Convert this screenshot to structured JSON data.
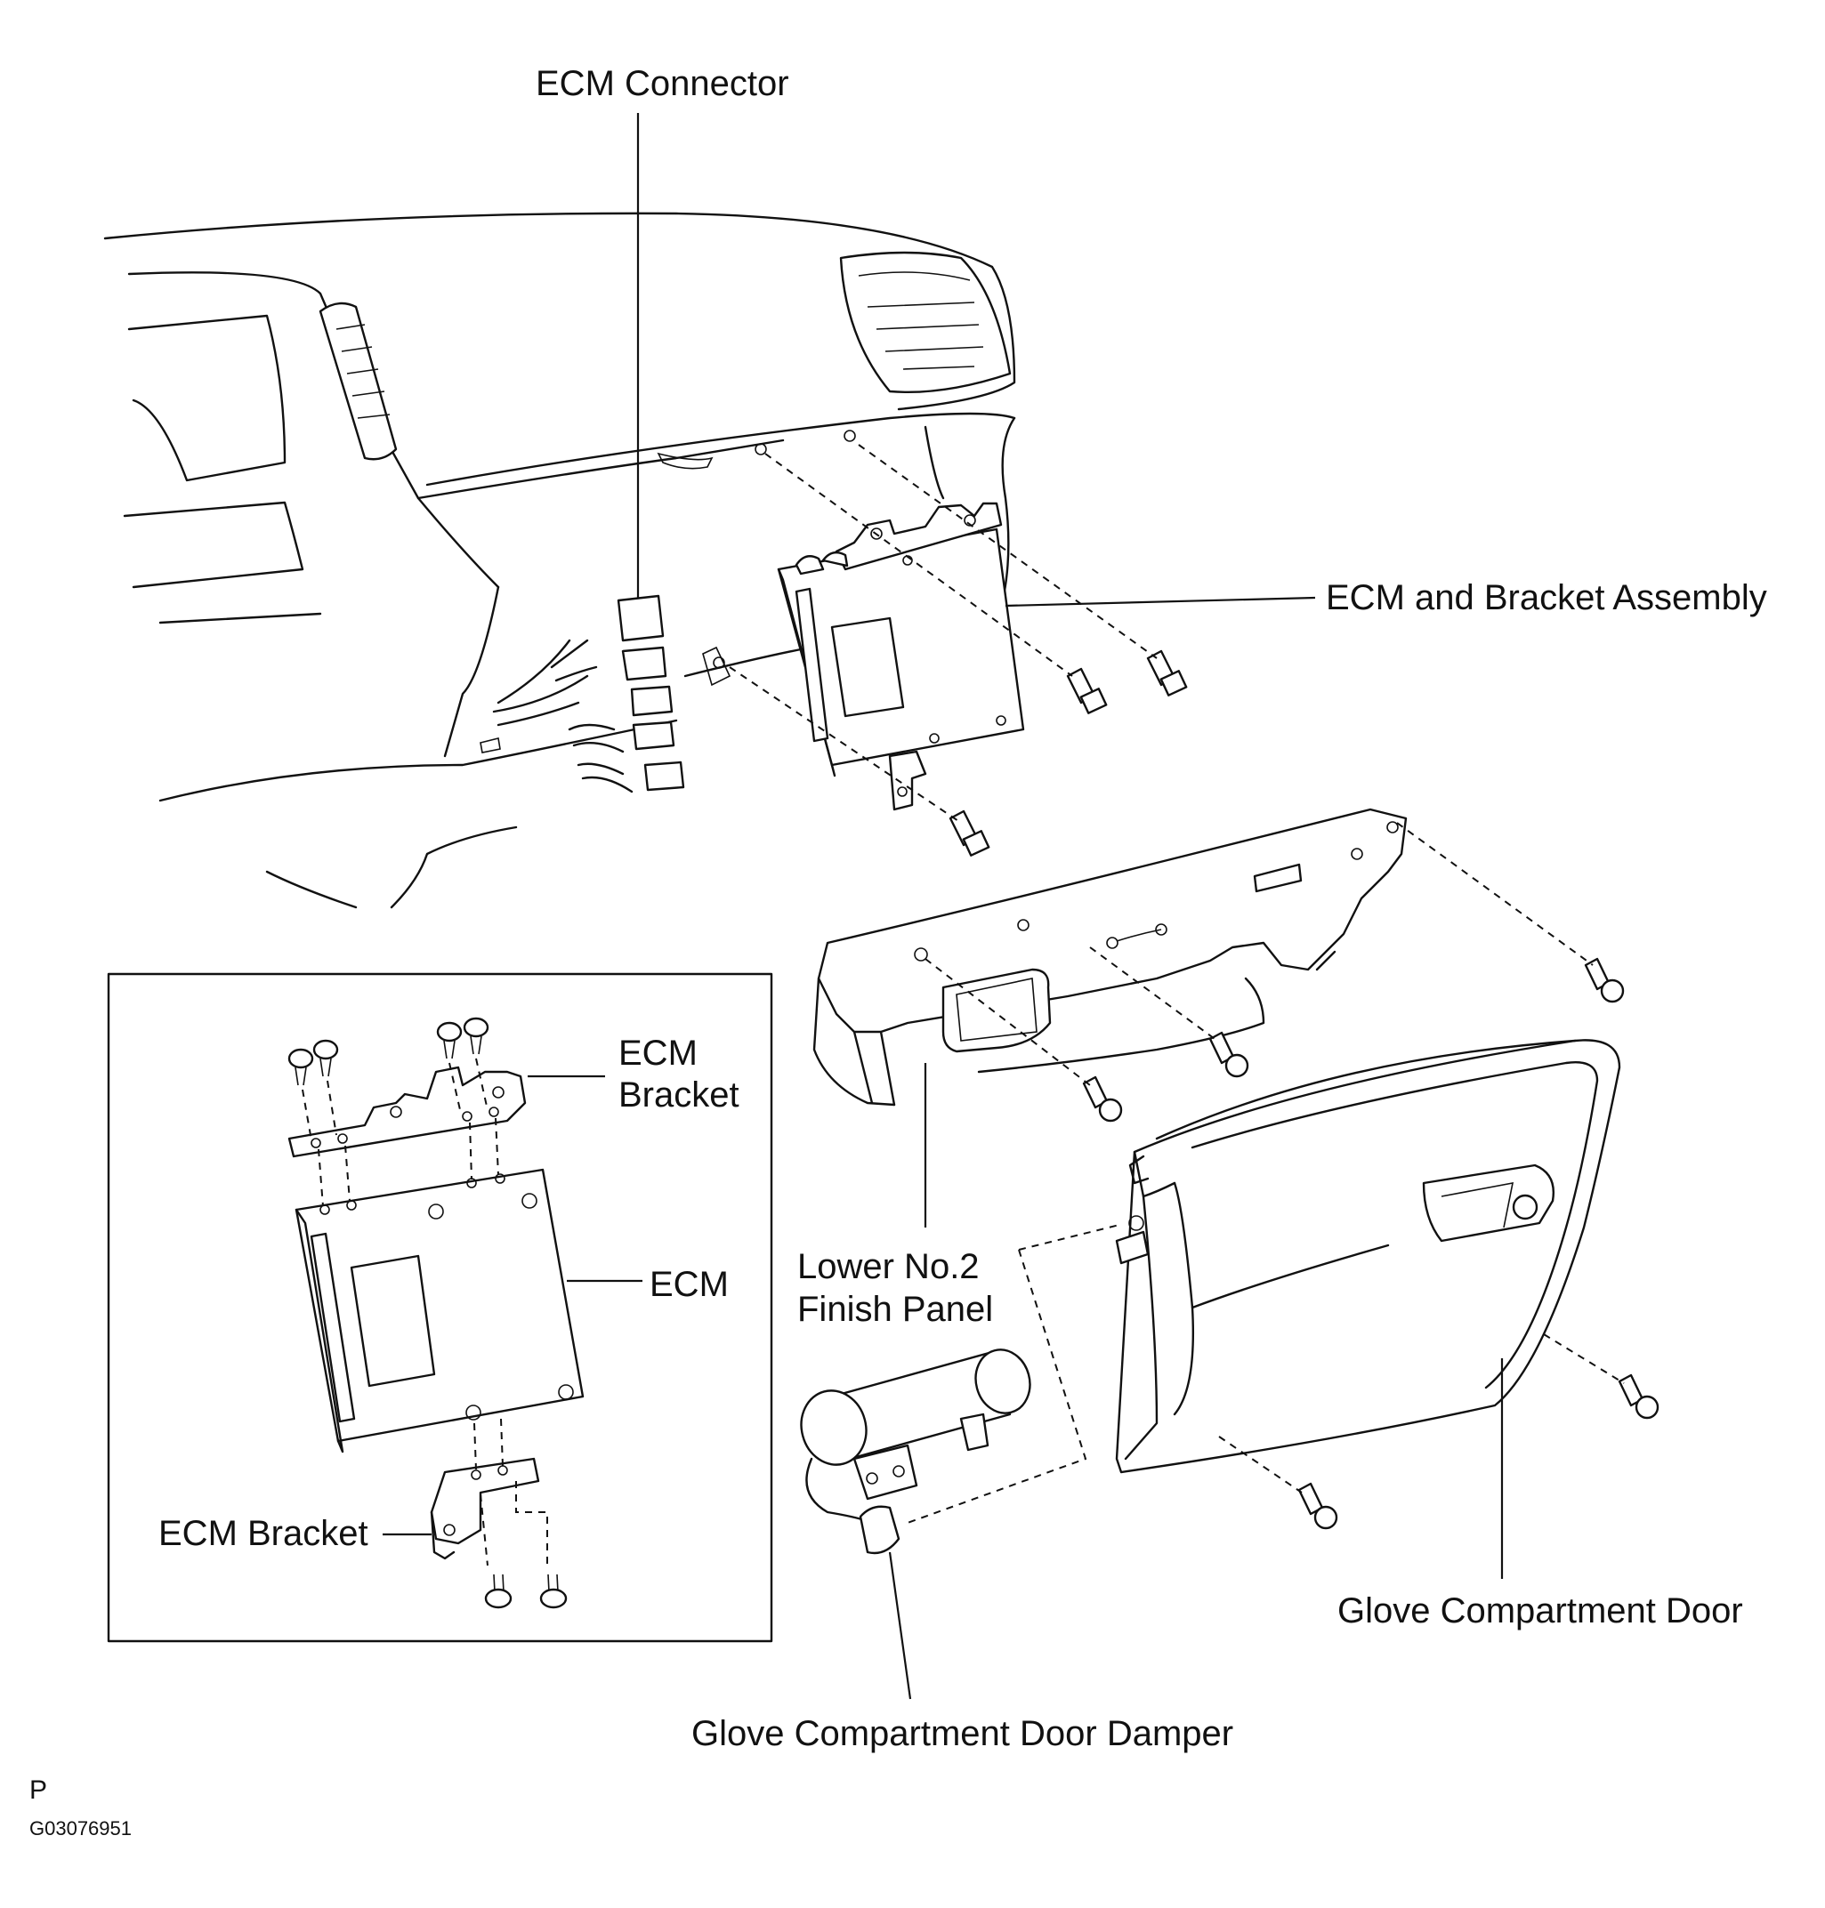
{
  "labels": {
    "ecm_connector": "ECM Connector",
    "ecm_bracket_assembly": "ECM and Bracket Assembly",
    "inset_ecm_bracket_top_line1": "ECM",
    "inset_ecm_bracket_top_line2": "Bracket",
    "inset_ecm": "ECM",
    "inset_ecm_bracket_bottom": "ECM Bracket",
    "finish_panel_line1": "Lower No.2",
    "finish_panel_line2": "Finish Panel",
    "glove_door": "Glove Compartment Door",
    "glove_damper": "Glove Compartment Door Damper",
    "corner_letter": "P",
    "figure_id": "G03076951"
  }
}
